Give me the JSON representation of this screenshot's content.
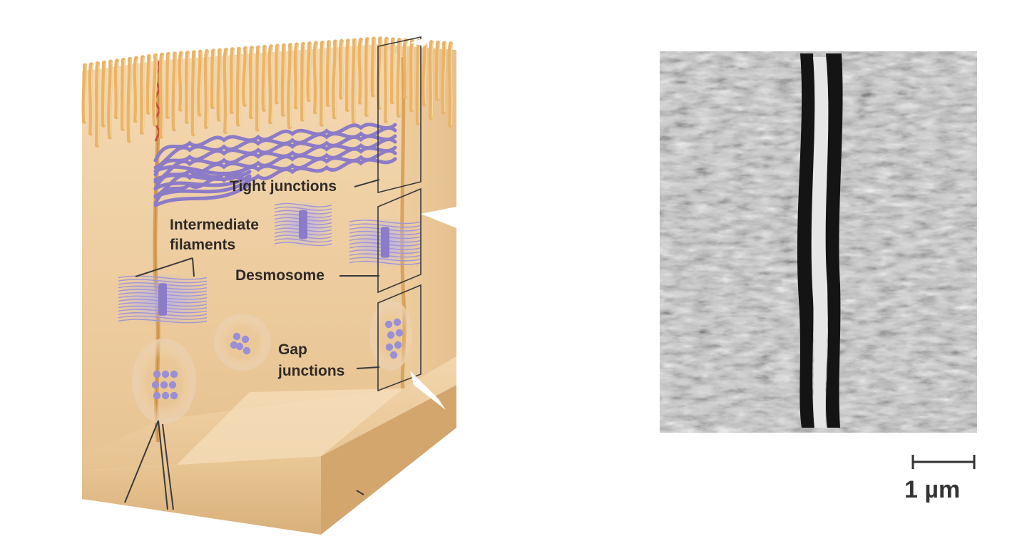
{
  "labels": {
    "tight_junctions": "Tight junctions",
    "intermediate_line1": "Intermediate",
    "intermediate_line2": "filaments",
    "desmosome": "Desmosome",
    "gap_line1": "Gap",
    "gap_line2": "junctions"
  },
  "scale_bar": {
    "label": "1 µm"
  },
  "colors": {
    "cell": "#f0d3a8",
    "cell_dark": "#e2bb86",
    "cell_side": "#d8b07a",
    "microvilli": "#e9b46a",
    "filament": "#8c7bc7",
    "junction_line": "#3a3a3a"
  }
}
